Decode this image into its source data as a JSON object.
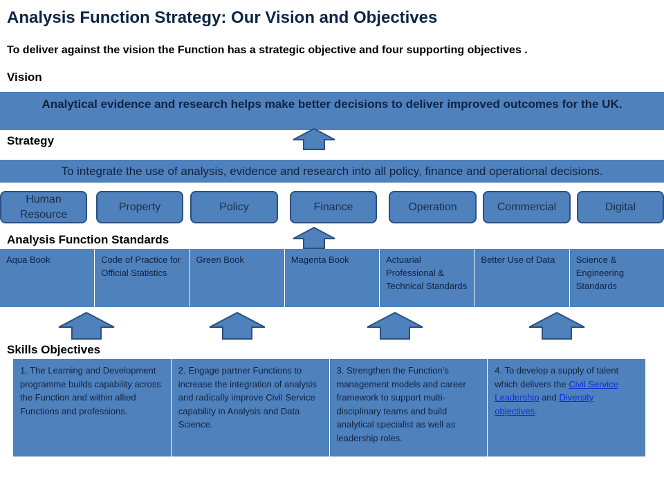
{
  "title": "Analysis Function Strategy: Our Vision and Objectives",
  "subtitle": "To deliver against the vision the Function has a strategic objective and four supporting objectives .",
  "vision": {
    "heading": "Vision",
    "text": "Analytical evidence and research helps make better decisions to deliver improved outcomes for the UK."
  },
  "strategy": {
    "heading": "Strategy",
    "text": "To integrate the use of analysis, evidence and research into all policy, finance and operational decisions."
  },
  "areas": [
    "Human Resource",
    "Property",
    "Policy",
    "Finance",
    "Operation",
    "Commercial",
    "Digital"
  ],
  "standards": {
    "heading": "Analysis Function Standards",
    "items": [
      "Aqua Book",
      "Code of Practice for Official Statistics",
      "Green Book",
      "Magenta Book",
      "Actuarial Professional & Technical Standards",
      "Better Use of Data",
      "Science & Engineering Standards"
    ]
  },
  "skills": {
    "heading": "Skills Objectives",
    "items": [
      "1. The Learning and Development programme builds capability across the Function and within allied Functions and professions.",
      "2. Engage partner Functions to increase the integration of analysis and radically improve Civil Service capability in Analysis and Data Science.",
      "3. Strengthen the Function’s management models and career framework to support multi-disciplinary teams and build analytical specialist as well as leadership roles."
    ],
    "item4": {
      "prefix": "4. To develop a supply of talent which delivers the ",
      "link1": "Civil Service Leadership",
      "middle": " and ",
      "link2": "Diversity objectives",
      "suffix": "."
    }
  },
  "colors": {
    "band": "#4f81bd",
    "border": "#2a4f80",
    "title": "#0b2545",
    "link": "#0b2dd9"
  },
  "icons": [
    "up-arrow-icon"
  ]
}
